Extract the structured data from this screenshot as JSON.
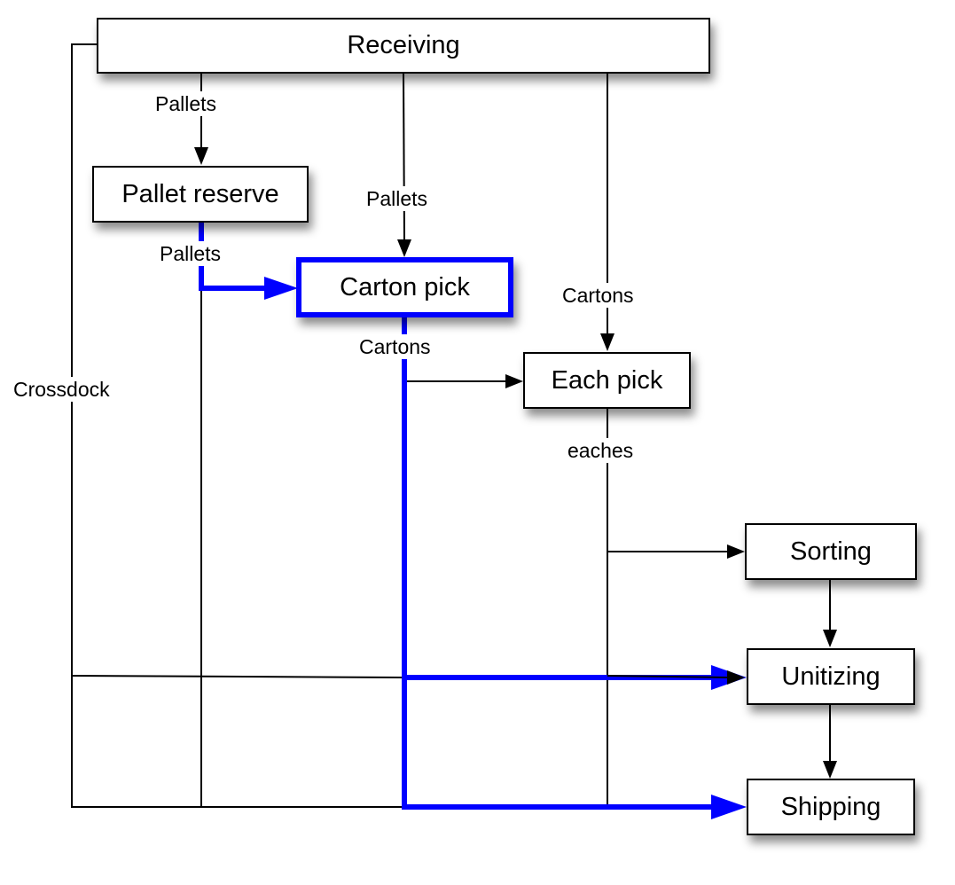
{
  "diagram": {
    "nodes": {
      "receiving": "Receiving",
      "pallet_reserve": "Pallet reserve",
      "carton_pick": "Carton pick",
      "each_pick": "Each pick",
      "sorting": "Sorting",
      "unitizing": "Unitizing",
      "shipping": "Shipping"
    },
    "highlighted_node": "carton_pick",
    "edge_labels": {
      "receiving_to_pallet_reserve": "Pallets",
      "receiving_to_carton_pick": "Pallets",
      "pallet_reserve_to_carton_pick": "Pallets",
      "receiving_to_each_pick": "Cartons",
      "carton_pick_out": "Cartons",
      "each_pick_out": "eaches",
      "crossdock": "Crossdock"
    },
    "edges": [
      {
        "from": "receiving",
        "to": "pallet_reserve",
        "label": "Pallets",
        "highlight": false
      },
      {
        "from": "receiving",
        "to": "carton_pick",
        "label": "Pallets",
        "highlight": false
      },
      {
        "from": "receiving",
        "to": "each_pick",
        "label": "Cartons",
        "highlight": false
      },
      {
        "from": "pallet_reserve",
        "to": "carton_pick",
        "label": "Pallets",
        "highlight": true
      },
      {
        "from": "carton_pick",
        "to": "each_pick",
        "label": "Cartons",
        "highlight": false
      },
      {
        "from": "carton_pick",
        "to": "unitizing",
        "label": "Cartons",
        "highlight": true
      },
      {
        "from": "carton_pick",
        "to": "shipping",
        "label": "Cartons",
        "highlight": true
      },
      {
        "from": "each_pick",
        "to": "sorting",
        "label": "eaches",
        "highlight": false
      },
      {
        "from": "sorting",
        "to": "unitizing",
        "label": "",
        "highlight": false
      },
      {
        "from": "unitizing",
        "to": "shipping",
        "label": "",
        "highlight": false
      },
      {
        "from": "receiving",
        "to": "unitizing",
        "label": "Crossdock",
        "highlight": false
      },
      {
        "from": "receiving",
        "to": "shipping",
        "label": "Crossdock",
        "highlight": false
      }
    ],
    "colors": {
      "highlight": "#0000ff",
      "line": "#000000"
    }
  }
}
